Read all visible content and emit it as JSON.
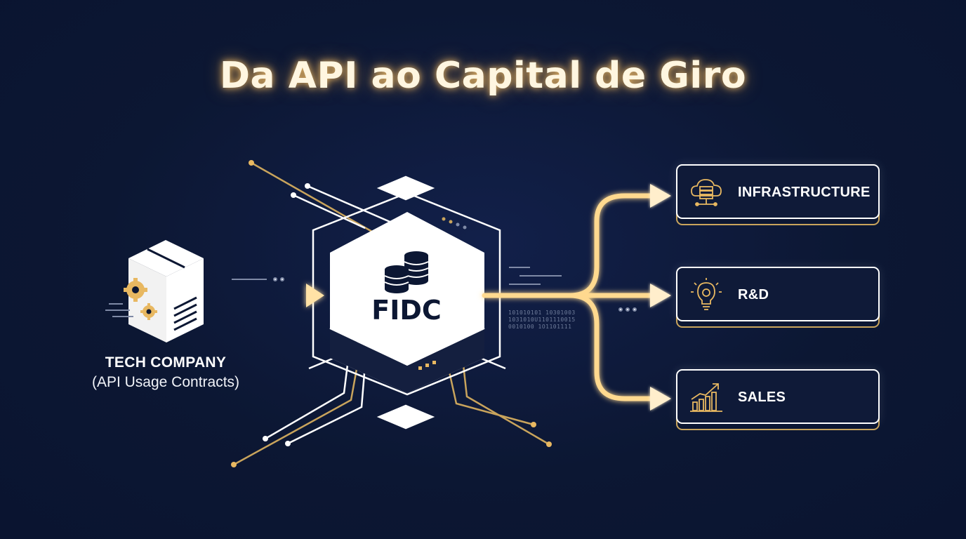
{
  "title": "Da API ao Capital de Giro",
  "source": {
    "name": "TECH COMPANY",
    "subtitle": "(API Usage Contracts)",
    "icon": "box-with-gears-and-document-icon"
  },
  "hub": {
    "label": "FIDC",
    "icon": "coin-stacks-icon"
  },
  "binary_text": [
    "101010101  10301003",
    "1031010U1101110015",
    "0010100   1O1101111"
  ],
  "destinations": [
    {
      "label": "INFRASTRUCTURE",
      "icon": "cloud-server-icon"
    },
    {
      "label": "R&D",
      "icon": "lightbulb-gear-icon"
    },
    {
      "label": "SALES",
      "icon": "growth-chart-icon"
    }
  ],
  "colors": {
    "background": "#0c1733",
    "accent_gold": "#e8b861",
    "hub_fill": "#ffffff",
    "text": "#ffffff"
  }
}
